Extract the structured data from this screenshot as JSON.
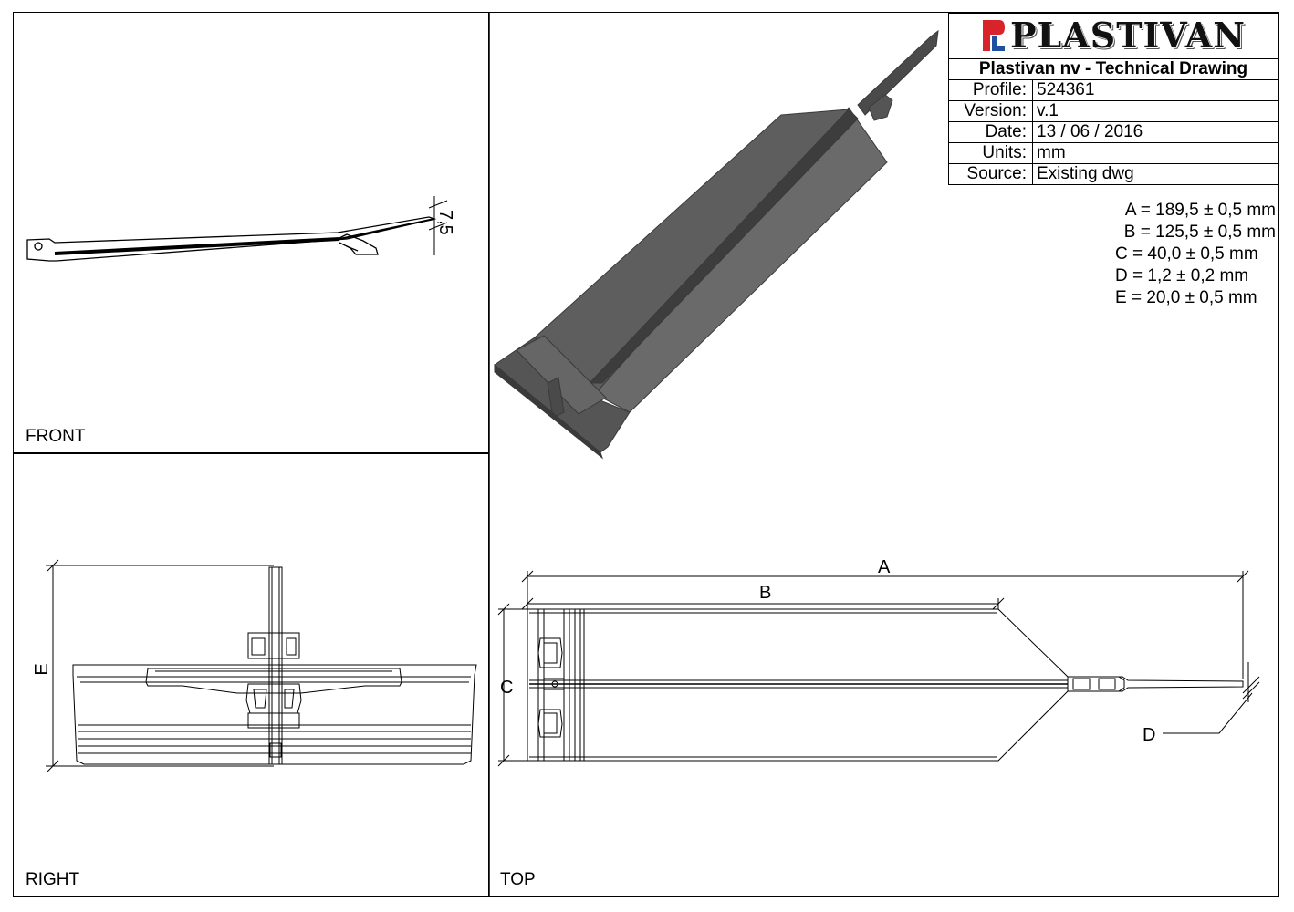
{
  "brand": {
    "name": "PLASTIVAN",
    "mark_color": "#d8232a",
    "mark_accent": "#1e4fa0"
  },
  "title_block": {
    "title": "Plastivan nv - Technical Drawing",
    "rows": [
      {
        "key": "Profile:",
        "value": "524361"
      },
      {
        "key": "Version:",
        "value": "v.1"
      },
      {
        "key": "Date:",
        "value": "13 / 06 / 2016"
      },
      {
        "key": "Units:",
        "value": "mm"
      },
      {
        "key": "Source:",
        "value": "Existing dwg"
      }
    ]
  },
  "dimensions_list": [
    "A = 189,5 ± 0,5 mm",
    "B = 125,5 ± 0,5 mm",
    "C = 40,0 ± 0,5 mm",
    "D = 1,2 ± 0,2 mm",
    "E = 20,0 ± 0,5 mm"
  ],
  "views": {
    "front": "FRONT",
    "right": "RIGHT",
    "top": "TOP"
  },
  "annotations": {
    "front_dim": "7,5",
    "a": "A",
    "b": "B",
    "c": "C",
    "d": "D",
    "e": "E"
  },
  "colors": {
    "line": "#000000",
    "iso_dark": "#505050",
    "iso_mid": "#5e5e5e",
    "iso_light": "#6a6a6a"
  }
}
